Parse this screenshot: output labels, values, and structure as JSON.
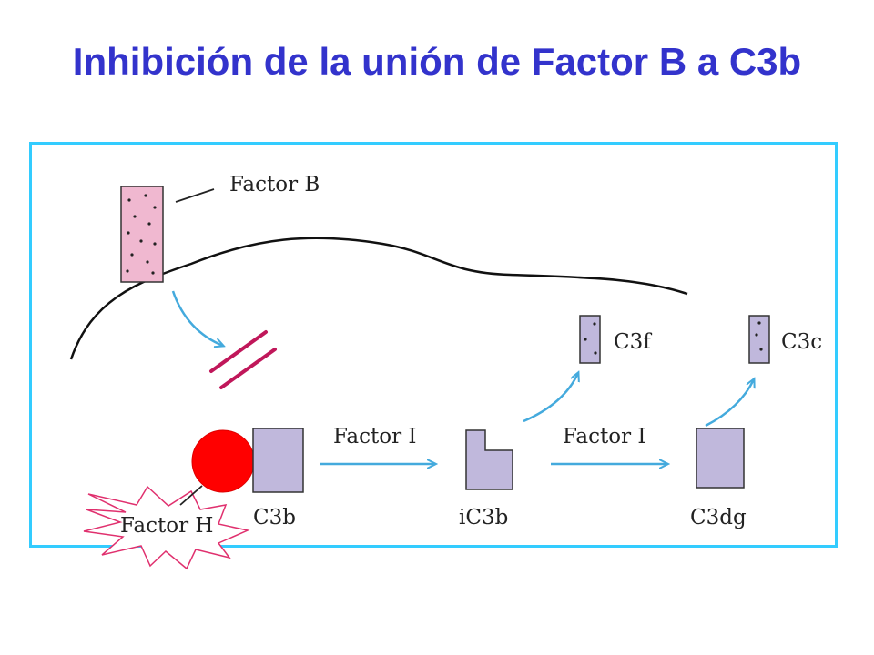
{
  "title": "Inhibición de la unión de Factor B a C3b",
  "labels": {
    "factor_b": "Factor B",
    "factor_h": "Factor H",
    "factor_i_1": "Factor I",
    "factor_i_2": "Factor I",
    "c3b": "C3b",
    "ic3b": "iC3b",
    "c3dg": "C3dg",
    "c3f": "C3f",
    "c3c": "C3c"
  },
  "colors": {
    "title": "#3333cc",
    "frame_border": "#33ccff",
    "factor_b_fill": "#f0b8d0",
    "c3_fragment_fill": "#c0b8dc",
    "arrow": "#44aadd",
    "block_bars": "#c0175a",
    "factor_h_circle": "#ff0000",
    "starburst": "#e0306e"
  }
}
